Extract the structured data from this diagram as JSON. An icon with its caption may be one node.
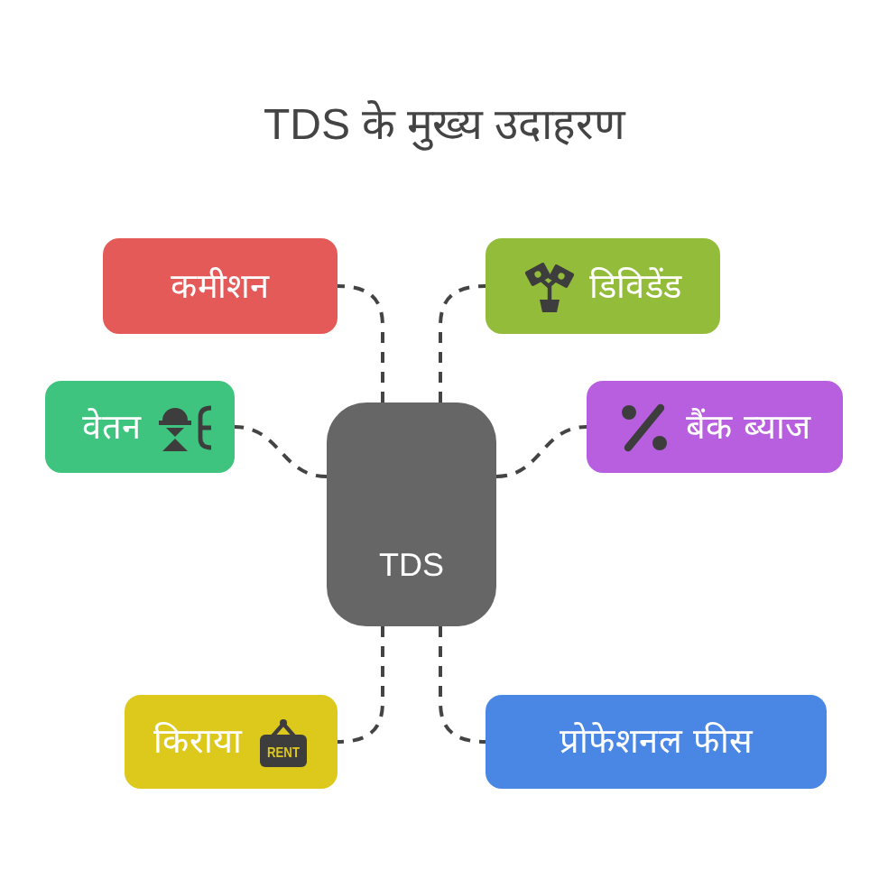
{
  "diagram": {
    "title": "TDS के मुख्य उदाहरण",
    "nodes": [
      {
        "text": [
          "TDS"
        ]
      },
      {
        "text": [
          "कमीशन"
        ]
      },
      {
        "text": [
          "डिविडेंड"
        ]
      },
      {
        "text": [
          "वेतन"
        ]
      },
      {
        "text": [
          "बैंक ब्याज"
        ]
      },
      {
        "text": [
          "किराया"
        ]
      },
      {
        "text": [
          "प्रोफेशनल फीस"
        ]
      }
    ],
    "edges": [
      {
        "from": 0,
        "to": 1,
        "arrow": "none",
        "style": "dashed"
      },
      {
        "from": 0,
        "to": 2,
        "arrow": "none",
        "style": "dashed"
      },
      {
        "from": 0,
        "to": 3,
        "arrow": "none",
        "style": "dashed"
      },
      {
        "from": 0,
        "to": 4,
        "arrow": "none",
        "style": "dashed"
      },
      {
        "from": 0,
        "to": 5,
        "arrow": "none",
        "style": "dashed"
      },
      {
        "from": 0,
        "to": 6,
        "arrow": "none",
        "style": "dashed"
      }
    ],
    "labels": [
      "RENT"
    ]
  }
}
